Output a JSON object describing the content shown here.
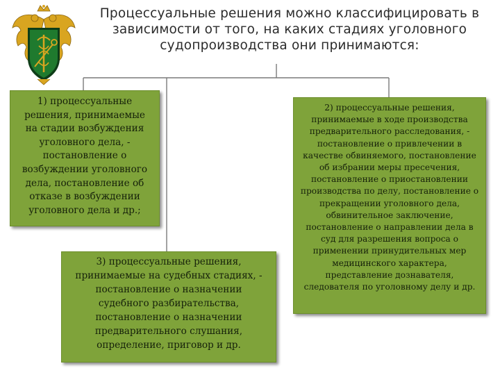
{
  "title": "Процессуальные решения можно классифицировать в\nзависимости от того, на каких стадиях уголовного\nсудопроизводства они принимаются:",
  "emblem": {
    "name": "customs-emblem",
    "colors": {
      "shield": "#1f7a2e",
      "eagle": "#d9a520",
      "frame": "#0e3d18"
    }
  },
  "boxes": {
    "stage1": "1) процессуальные\nрешения, принимаемые\nна стадии возбуждения\nуголовного дела, -\nпостановление о\nвозбуждении уголовного\nдела, постановление об\nотказе в возбуждении\nуголовного дела и др.;",
    "stage2": "2) процессуальные решения,\nпринимаемые в ходе производства\nпредварительного расследования, -\nпостановление о привлечении в\nкачестве обвиняемого, постановление\nоб избрании меры пресечения,\nпостановление о приостановлении\nпроизводства по делу, постановление о\nпрекращении уголовного дела,\nобвинительное заключение,\nпостановление о направлении дела в\nсуд для разрешения вопроса о\nприменении принудительных мер\nмедицинского характера,\nпредставление дознавателя,\nследователя по уголовному делу и др.",
    "stage3": "3) процессуальные решения,\nпринимаемые на судебных стадиях, -\nпостановление о назначении\nсудебного разбирательства,\nпостановление о назначении\nпредварительного слушания,\nопределение, приговор и др."
  },
  "colors": {
    "box_fill": "#7fa33a",
    "connector": "#7a7a7a"
  }
}
